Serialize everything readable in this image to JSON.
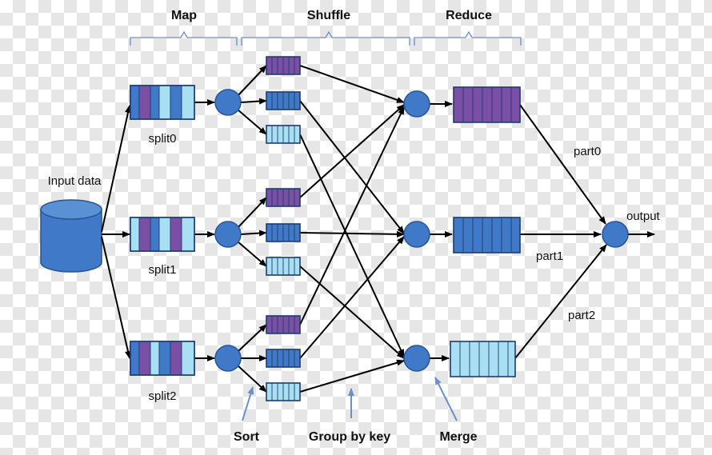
{
  "stages": {
    "map": "Map",
    "shuffle": "Shuffle",
    "reduce": "Reduce"
  },
  "input": {
    "label": "Input data"
  },
  "splits": [
    "split0",
    "split1",
    "split2"
  ],
  "parts": [
    "part0",
    "part1",
    "part2"
  ],
  "output": {
    "label": "output"
  },
  "annotations": {
    "sort": "Sort",
    "group_by_key": "Group by key",
    "merge": "Merge"
  },
  "colors": {
    "purple": "#7a4fa5",
    "blue": "#3f79c7",
    "light_blue": "#a8dff3",
    "node": "#3f79c7",
    "annotation_arrow": "#6b8fc7",
    "arrow": "#000000"
  },
  "icons": {
    "database": "database-cylinder-icon",
    "node": "process-circle-icon"
  }
}
